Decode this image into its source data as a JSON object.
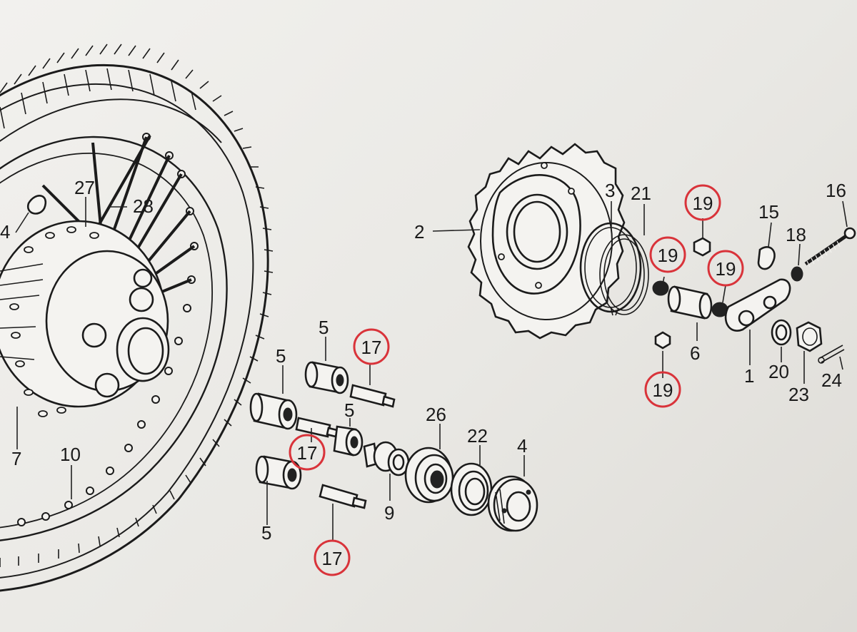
{
  "highlight_color": "#d9333a",
  "line_color": "#1b1b1b",
  "callouts": {
    "c2": "2",
    "c3": "3",
    "c21": "21",
    "c15": "15",
    "c16": "16",
    "c18": "18",
    "c27": "27",
    "c28": "28",
    "c4l": "4",
    "c7": "7",
    "c10": "10",
    "c5a": "5",
    "c5b": "5",
    "c5c": "5",
    "c5d": "5",
    "c26": "26",
    "c22": "22",
    "c4": "4",
    "c9": "9",
    "c6": "6",
    "c1": "1",
    "c20": "20",
    "c23": "23",
    "c24": "24"
  },
  "highlighted": {
    "h19a": "19",
    "h19b": "19",
    "h19c": "19",
    "h19d": "19",
    "h17a": "17",
    "h17b": "17",
    "h17c": "17"
  }
}
